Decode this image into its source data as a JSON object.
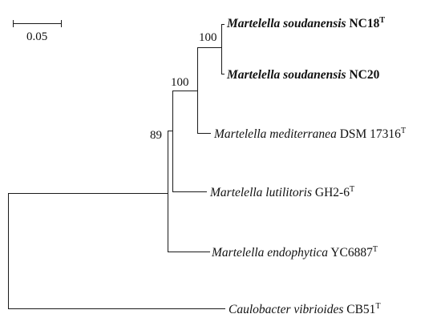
{
  "scale_bar": {
    "label": "0.05"
  },
  "bootstrap": {
    "node_soudanensis": "100",
    "node_mediterranea": "100",
    "node_martelella": "89"
  },
  "taxa": [
    {
      "id": "nc18",
      "genus_species": "Martelella soudanensis",
      "strain": " NC18",
      "superscript": "T",
      "bold": true
    },
    {
      "id": "nc20",
      "genus_species": "Martelella soudanensis",
      "strain": " NC20",
      "superscript": "",
      "bold": true
    },
    {
      "id": "mediterranea",
      "genus_species": "Martelella mediterranea",
      "strain": " DSM 17316",
      "superscript": "T",
      "bold": false
    },
    {
      "id": "lutilitoris",
      "genus_species": "Martelella lutilitoris",
      "strain": " GH2-6",
      "superscript": "T",
      "bold": false
    },
    {
      "id": "endophytica",
      "genus_species": "Martelella endophytica",
      "strain": " YC6887",
      "superscript": "T",
      "bold": false
    },
    {
      "id": "caulobacter",
      "genus_species": "Caulobacter vibrioides",
      "strain": " CB51",
      "superscript": "T",
      "bold": false
    }
  ],
  "colors": {
    "line": "#1a1a1a",
    "text": "#111111",
    "background": "#ffffff"
  }
}
